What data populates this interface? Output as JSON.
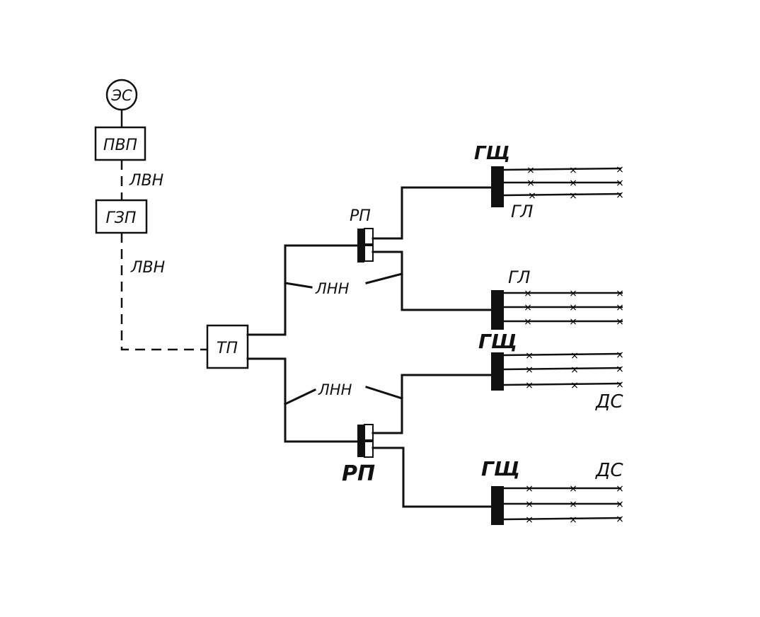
{
  "labels": {
    "station": "ЭС",
    "step_up_substation": "ПВП",
    "hv_line_1": "ЛВН",
    "main_step_down_substation": "ГЗП",
    "hv_line_2": "ЛВН",
    "transformer_substation": "ТП",
    "distribution_point_top": "РП",
    "distribution_point_bottom": "РП",
    "lv_line_top": "ЛНН",
    "lv_line_bottom": "ЛНН",
    "panel_1": "ГЩ",
    "panel_2": "ГЩ",
    "panel_3": "ГЩ",
    "group_lines_1": "ГЛ",
    "group_lines_2": "ГЛ",
    "ds_1": "ДС",
    "ds_2": "ДС"
  }
}
